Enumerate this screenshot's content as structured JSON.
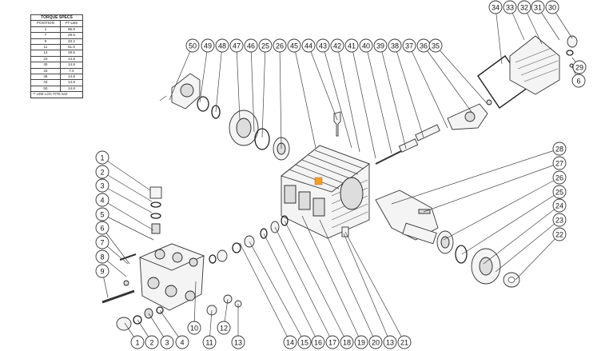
{
  "torque_table": {
    "title": "TORQUE SPECS",
    "headers": [
      "POSITION",
      "FT-LBS"
    ],
    "rows": [
      [
        "1",
        "95.9"
      ],
      [
        "7",
        "29.5"
      ],
      [
        "9",
        "33.2"
      ],
      [
        "11",
        "51.6"
      ],
      [
        "13",
        "29.5"
      ],
      [
        "23",
        "14.8"
      ],
      [
        "30",
        "14.8"
      ],
      [
        "33",
        "7.4"
      ],
      [
        "36",
        "14.8"
      ],
      [
        "43",
        "14.8"
      ],
      [
        "50",
        "14.8"
      ]
    ],
    "note": "** USE LOC-TITE 542"
  },
  "callouts": {
    "top_row": [
      "50",
      "49",
      "48",
      "47",
      "46",
      "25",
      "26",
      "45",
      "44",
      "43",
      "42",
      "41",
      "40",
      "39",
      "38",
      "37",
      "36",
      "35"
    ],
    "top_right": [
      "34",
      "33",
      "32",
      "31",
      "30",
      "29",
      "6"
    ],
    "left_column": [
      "1",
      "2",
      "3",
      "4",
      "5",
      "6",
      "7",
      "8",
      "9"
    ],
    "right_column": [
      "28",
      "27",
      "26",
      "25",
      "24",
      "23",
      "22"
    ],
    "bottom_row": [
      "1",
      "2",
      "3",
      "4",
      "10",
      "11",
      "12",
      "13",
      "14",
      "15",
      "16",
      "17",
      "18",
      "19",
      "20",
      "13",
      "21"
    ]
  }
}
